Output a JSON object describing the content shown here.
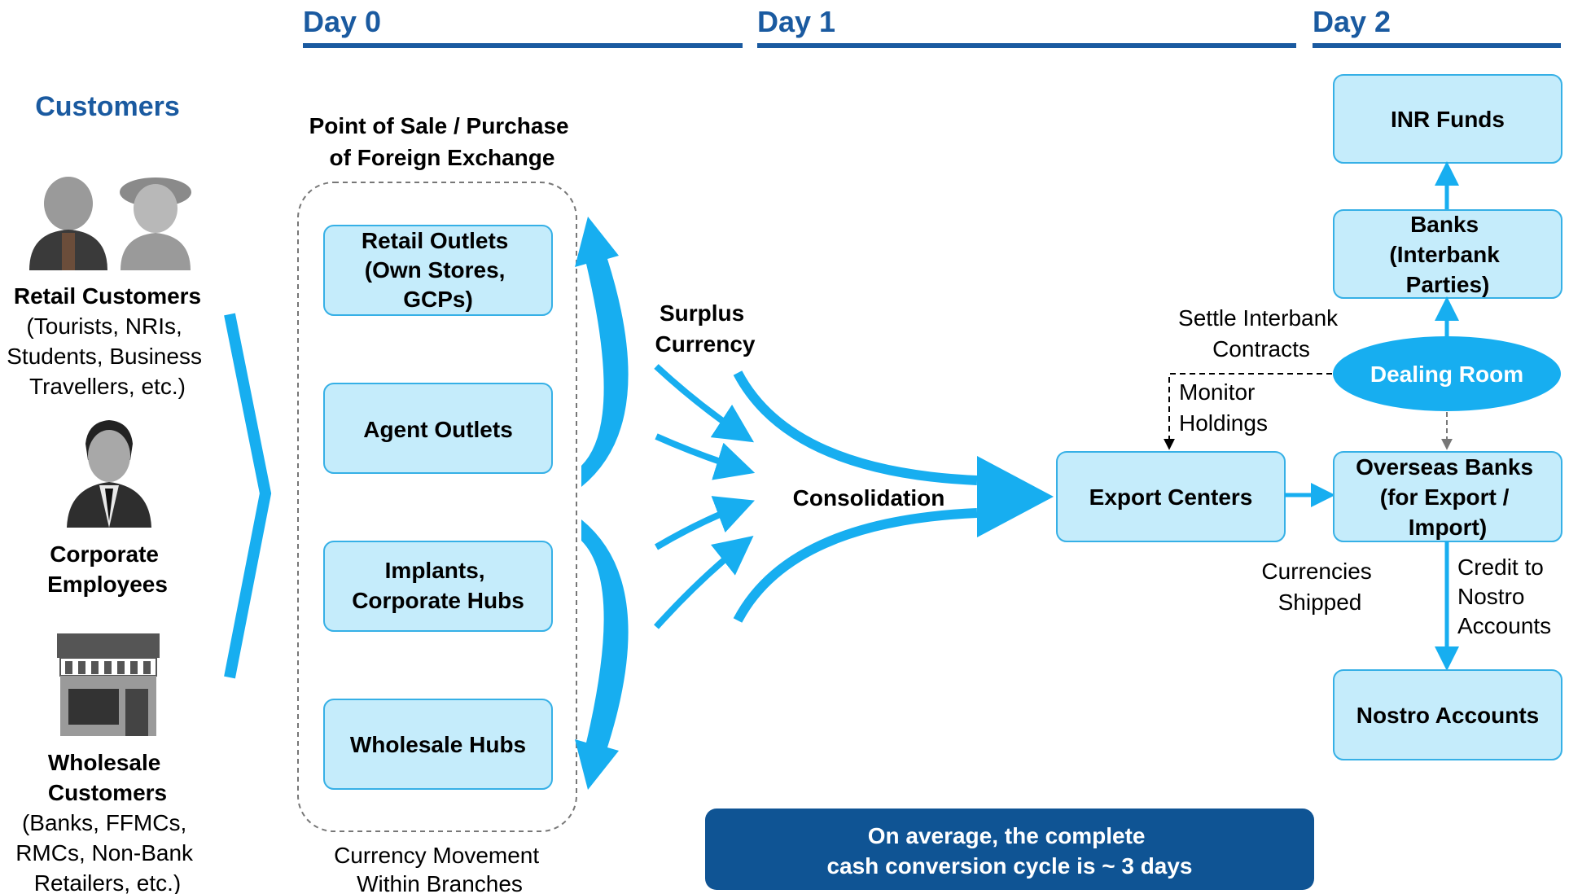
{
  "days": {
    "d0": "Day 0",
    "d1": "Day 1",
    "d2": "Day 2"
  },
  "customers": {
    "title": "Customers",
    "retail": {
      "name": "Retail Customers",
      "detail": [
        "(Tourists, NRIs,",
        "Students, Business",
        "Travellers, etc.)"
      ]
    },
    "corporate": {
      "name": [
        "Corporate",
        "Employees"
      ]
    },
    "wholesale": {
      "name": [
        "Wholesale",
        "Customers"
      ],
      "detail": [
        "(Banks, FFMCs,",
        "RMCs, Non-Bank",
        "Retailers, etc.)"
      ]
    }
  },
  "pos": {
    "title": [
      "Point of Sale / Purchase",
      "of Foreign Exchange"
    ],
    "retail_outlets": [
      "Retail Outlets",
      "(Own Stores,",
      "GCPs)"
    ],
    "agent_outlets": "Agent Outlets",
    "implants": [
      "Implants,",
      "Corporate Hubs"
    ],
    "wholesale_hubs": "Wholesale Hubs",
    "footer": [
      "Currency Movement",
      "Within Branches"
    ]
  },
  "flow": {
    "surplus": [
      "Surplus",
      "Currency"
    ],
    "consolidation": "Consolidation",
    "export_centers": "Export Centers",
    "currencies_shipped": [
      "Currencies",
      "Shipped"
    ],
    "settle": [
      "Settle Interbank",
      "Contracts"
    ],
    "monitor": [
      "Monitor",
      "Holdings"
    ],
    "credit": [
      "Credit to",
      "Nostro",
      "Accounts"
    ]
  },
  "day2": {
    "inr_funds": "INR Funds",
    "banks": [
      "Banks",
      "(Interbank",
      "Parties)"
    ],
    "dealing_room": "Dealing Room",
    "overseas": [
      "Overseas Banks",
      "(for Export /",
      "Import)"
    ],
    "nostro": "Nostro Accounts"
  },
  "note": [
    "On average, the complete",
    "cash conversion cycle is ~ 3 days"
  ],
  "colors": {
    "accent_blue": "#17aef0",
    "dark_blue": "#1a5aa0",
    "box_fill": "#c5ecfb",
    "note_fill": "#0f5494"
  }
}
